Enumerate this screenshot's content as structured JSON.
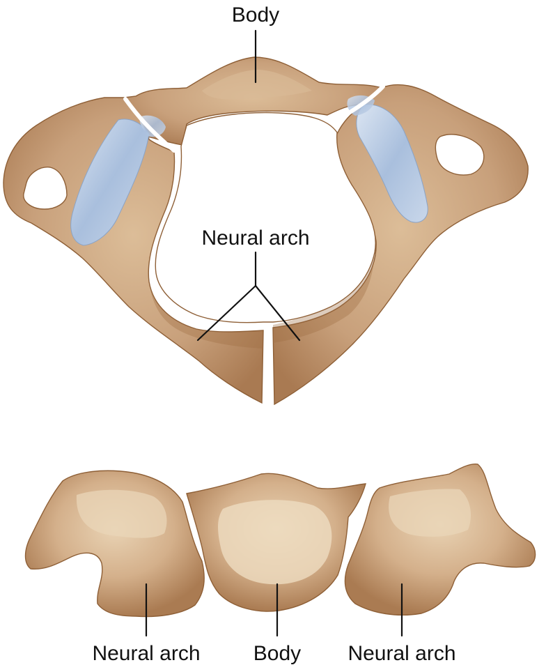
{
  "top_view": {
    "label_body": "Body",
    "label_neural_arch": "Neural arch"
  },
  "bottom_view": {
    "label_neural_arch_left": "Neural arch",
    "label_body": "Body",
    "label_neural_arch_right": "Neural arch"
  },
  "colors": {
    "bone": "#c39670",
    "bone_dark": "#9b6b43",
    "bone_light": "#e5cba9",
    "cartilage": "#b9cbe4",
    "background": "#ffffff"
  }
}
